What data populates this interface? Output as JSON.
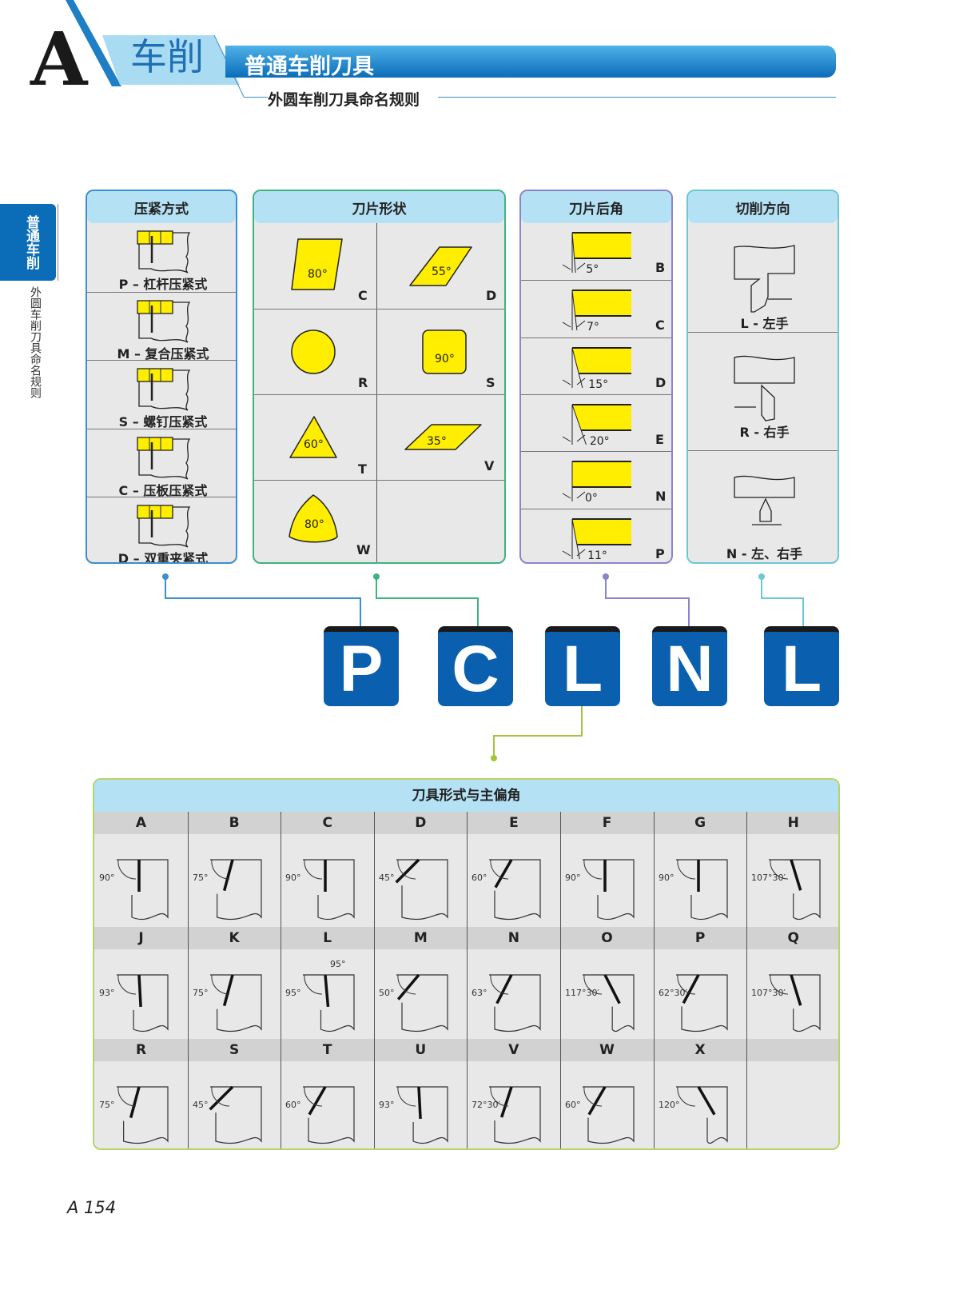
{
  "header": {
    "letter": "A",
    "category": "车削",
    "title": "普通车削刀具",
    "subtitle": "外圆车削刀具命名规则"
  },
  "sidebar": {
    "tab": "普通车削",
    "text": "外圆车削刀具命名规则"
  },
  "panels": {
    "clamping": {
      "title": "压紧方式",
      "items": [
        {
          "code": "P",
          "label": "P – 杠杆压紧式"
        },
        {
          "code": "M",
          "label": "M – 复合压紧式"
        },
        {
          "code": "S",
          "label": "S – 螺钉压紧式"
        },
        {
          "code": "C",
          "label": "C – 压板压紧式"
        },
        {
          "code": "D",
          "label": "D – 双重夹紧式"
        }
      ]
    },
    "shape": {
      "title": "刀片形状",
      "items": [
        {
          "code": "C",
          "angle": "80°"
        },
        {
          "code": "D",
          "angle": "55°"
        },
        {
          "code": "R",
          "angle": ""
        },
        {
          "code": "S",
          "angle": "90°"
        },
        {
          "code": "T",
          "angle": "60°"
        },
        {
          "code": "V",
          "angle": "35°"
        },
        {
          "code": "W",
          "angle": "80°"
        }
      ]
    },
    "clearance": {
      "title": "刀片后角",
      "items": [
        {
          "code": "B",
          "angle": "5°"
        },
        {
          "code": "C",
          "angle": "7°"
        },
        {
          "code": "D",
          "angle": "15°"
        },
        {
          "code": "E",
          "angle": "20°"
        },
        {
          "code": "N",
          "angle": "0°"
        },
        {
          "code": "P",
          "angle": "11°"
        }
      ]
    },
    "direction": {
      "title": "切削方向",
      "items": [
        {
          "code": "L",
          "label": "L - 左手"
        },
        {
          "code": "R",
          "label": "R - 右手"
        },
        {
          "code": "N",
          "label": "N - 左、右手"
        }
      ]
    }
  },
  "code_letters": [
    "P",
    "C",
    "L",
    "N",
    "L"
  ],
  "colors": {
    "clamping": "#3a8fcc",
    "shape": "#3fb37f",
    "clearance": "#8a85c8",
    "direction": "#6cc8d0",
    "holder": "#a6c43a",
    "code_box": "#0a5fae",
    "insert": "#ffee00"
  },
  "holder_table": {
    "title": "刀具形式与主偏角",
    "items": [
      {
        "code": "A",
        "angle": "90°"
      },
      {
        "code": "B",
        "angle": "75°"
      },
      {
        "code": "C",
        "angle": "90°"
      },
      {
        "code": "D",
        "angle": "45°"
      },
      {
        "code": "E",
        "angle": "60°"
      },
      {
        "code": "F",
        "angle": "90°"
      },
      {
        "code": "G",
        "angle": "90°"
      },
      {
        "code": "H",
        "angle": "107°30′"
      },
      {
        "code": "J",
        "angle": "93°"
      },
      {
        "code": "K",
        "angle": "75°"
      },
      {
        "code": "L",
        "angle": "95°",
        "angle2": "95°"
      },
      {
        "code": "M",
        "angle": "50°"
      },
      {
        "code": "N",
        "angle": "63°"
      },
      {
        "code": "O",
        "angle": "117°30′"
      },
      {
        "code": "P",
        "angle": "62°30′"
      },
      {
        "code": "Q",
        "angle": "107°30′"
      },
      {
        "code": "R",
        "angle": "75°"
      },
      {
        "code": "S",
        "angle": "45°"
      },
      {
        "code": "T",
        "angle": "60°"
      },
      {
        "code": "U",
        "angle": "93°"
      },
      {
        "code": "V",
        "angle": "72°30′"
      },
      {
        "code": "W",
        "angle": "60°"
      },
      {
        "code": "X",
        "angle": "120°"
      }
    ]
  },
  "page_number": "A 154"
}
